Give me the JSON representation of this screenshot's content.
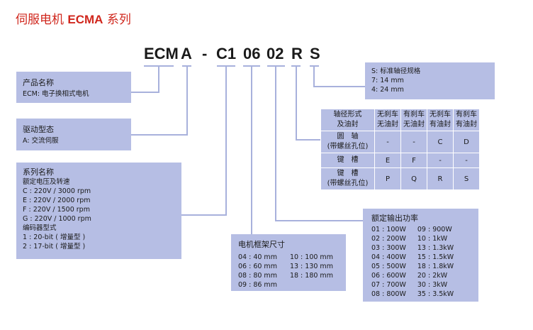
{
  "title": {
    "prefix": "伺服电机 ",
    "brand": "ECMA",
    "suffix": " 系列"
  },
  "model_code": [
    "ECM",
    "A",
    "-",
    "C1",
    "06",
    "02",
    "R",
    "S"
  ],
  "product_name": {
    "heading": "产品名称",
    "value": "ECM: 电子换相式电机"
  },
  "drive_type": {
    "heading": "驱动型态",
    "value": "A: 交流伺服"
  },
  "series": {
    "heading": "系列名称",
    "rated_label": "额定电压及转速",
    "rated": [
      "C : 220V / 3000 rpm",
      "E : 220V / 2000 rpm",
      "F : 220V / 1500 rpm",
      "G : 220V / 1000 rpm"
    ],
    "encoder_label": "编码器型式",
    "encoder": [
      "1 : 20-bit ( 增量型 )",
      "2 : 17-bit ( 增量型 )"
    ]
  },
  "frame_size": {
    "heading": "电机框架尺寸",
    "col1": [
      "04 : 40 mm",
      "06 : 60 mm",
      "08 : 80 mm",
      "09 : 86 mm"
    ],
    "col2": [
      "10 : 100 mm",
      "13 : 130 mm",
      "18 : 180 mm"
    ]
  },
  "output_power": {
    "heading": "额定输出功率",
    "col1": [
      "01 : 100W",
      "02 : 200W",
      "03 : 300W",
      "04 : 400W",
      "05 : 500W",
      "06 : 600W",
      "07 : 700W",
      "08 : 800W"
    ],
    "col2": [
      "09 : 900W",
      "10 : 1kW",
      "13 : 1.3kW",
      "15 : 1.5kW",
      "18 : 1.8kW",
      "20 : 2kW",
      "30 : 3kW",
      "35 : 3.5kW"
    ]
  },
  "shaft_spec": {
    "lines": [
      "S: 标准轴径规格",
      "7: 14 mm",
      "4: 24 mm"
    ]
  },
  "shaft_table": {
    "corner": [
      "轴径形式",
      "及油封"
    ],
    "headers": [
      [
        "无刹车",
        "无油封"
      ],
      [
        "有刹车",
        "无油封"
      ],
      [
        "无刹车",
        "有油封"
      ],
      [
        "有刹车",
        "有油封"
      ]
    ],
    "rows": [
      {
        "label": [
          "圆　轴",
          "(带螺丝孔位)"
        ],
        "cells": [
          "-",
          "-",
          "C",
          "D"
        ]
      },
      {
        "label": [
          "键　槽"
        ],
        "cells": [
          "E",
          "F",
          "-",
          "-"
        ]
      },
      {
        "label": [
          "键　槽",
          "(带螺丝孔位)"
        ],
        "cells": [
          "P",
          "Q",
          "R",
          "S"
        ]
      }
    ]
  },
  "colors": {
    "title": "#d0271d",
    "box": "#b6bee4",
    "line": "#a8b1dc"
  }
}
